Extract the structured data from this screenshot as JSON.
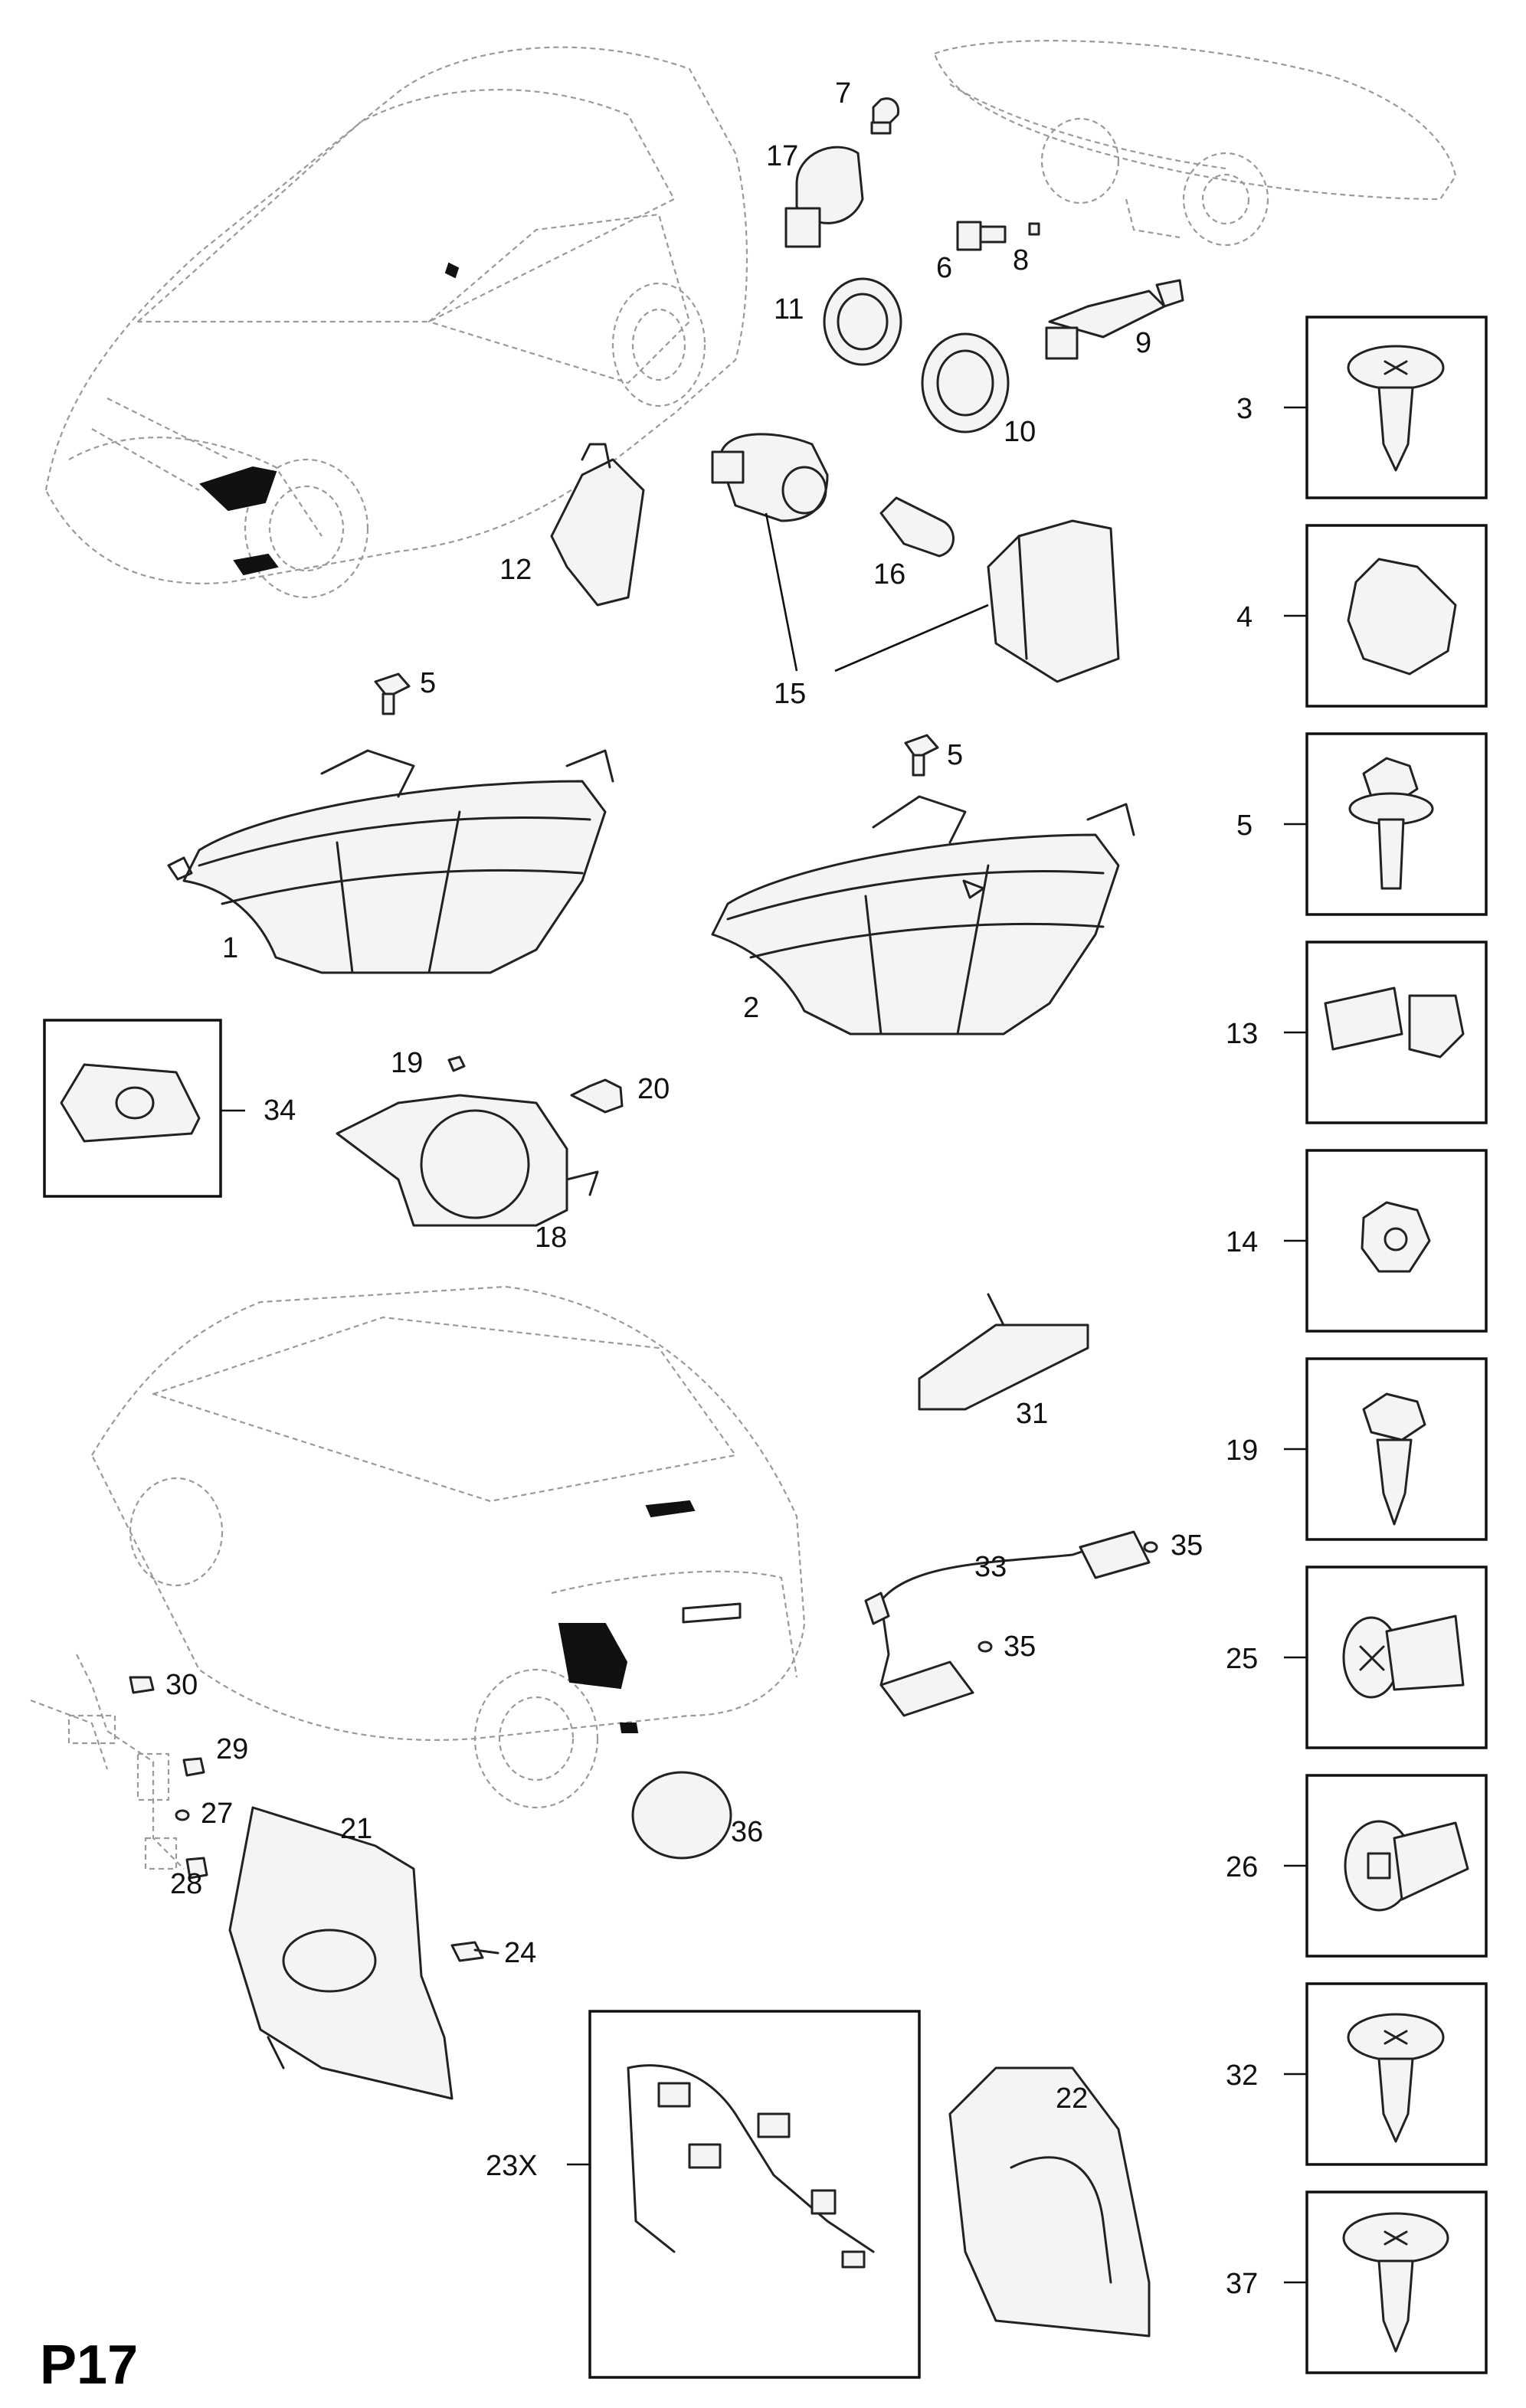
{
  "page": {
    "code": "P17"
  },
  "callouts": {
    "c1": "1",
    "c2": "2",
    "c3": "3",
    "c4": "4",
    "c5a": "5",
    "c5b": "5",
    "c5c": "5",
    "c6": "6",
    "c7": "7",
    "c8": "8",
    "c9": "9",
    "c10": "10",
    "c11": "11",
    "c12": "12",
    "c13": "13",
    "c14": "14",
    "c15": "15",
    "c16": "16",
    "c17": "17",
    "c18": "18",
    "c19a": "19",
    "c19b": "19",
    "c20": "20",
    "c21": "21",
    "c22": "22",
    "c23x": "23X",
    "c24": "24",
    "c25": "25",
    "c26": "26",
    "c27": "27",
    "c28": "28",
    "c29": "29",
    "c30": "30",
    "c31": "31",
    "c32": "32",
    "c33": "33",
    "c34": "34",
    "c35a": "35",
    "c35b": "35",
    "c36": "36",
    "c37": "37"
  }
}
